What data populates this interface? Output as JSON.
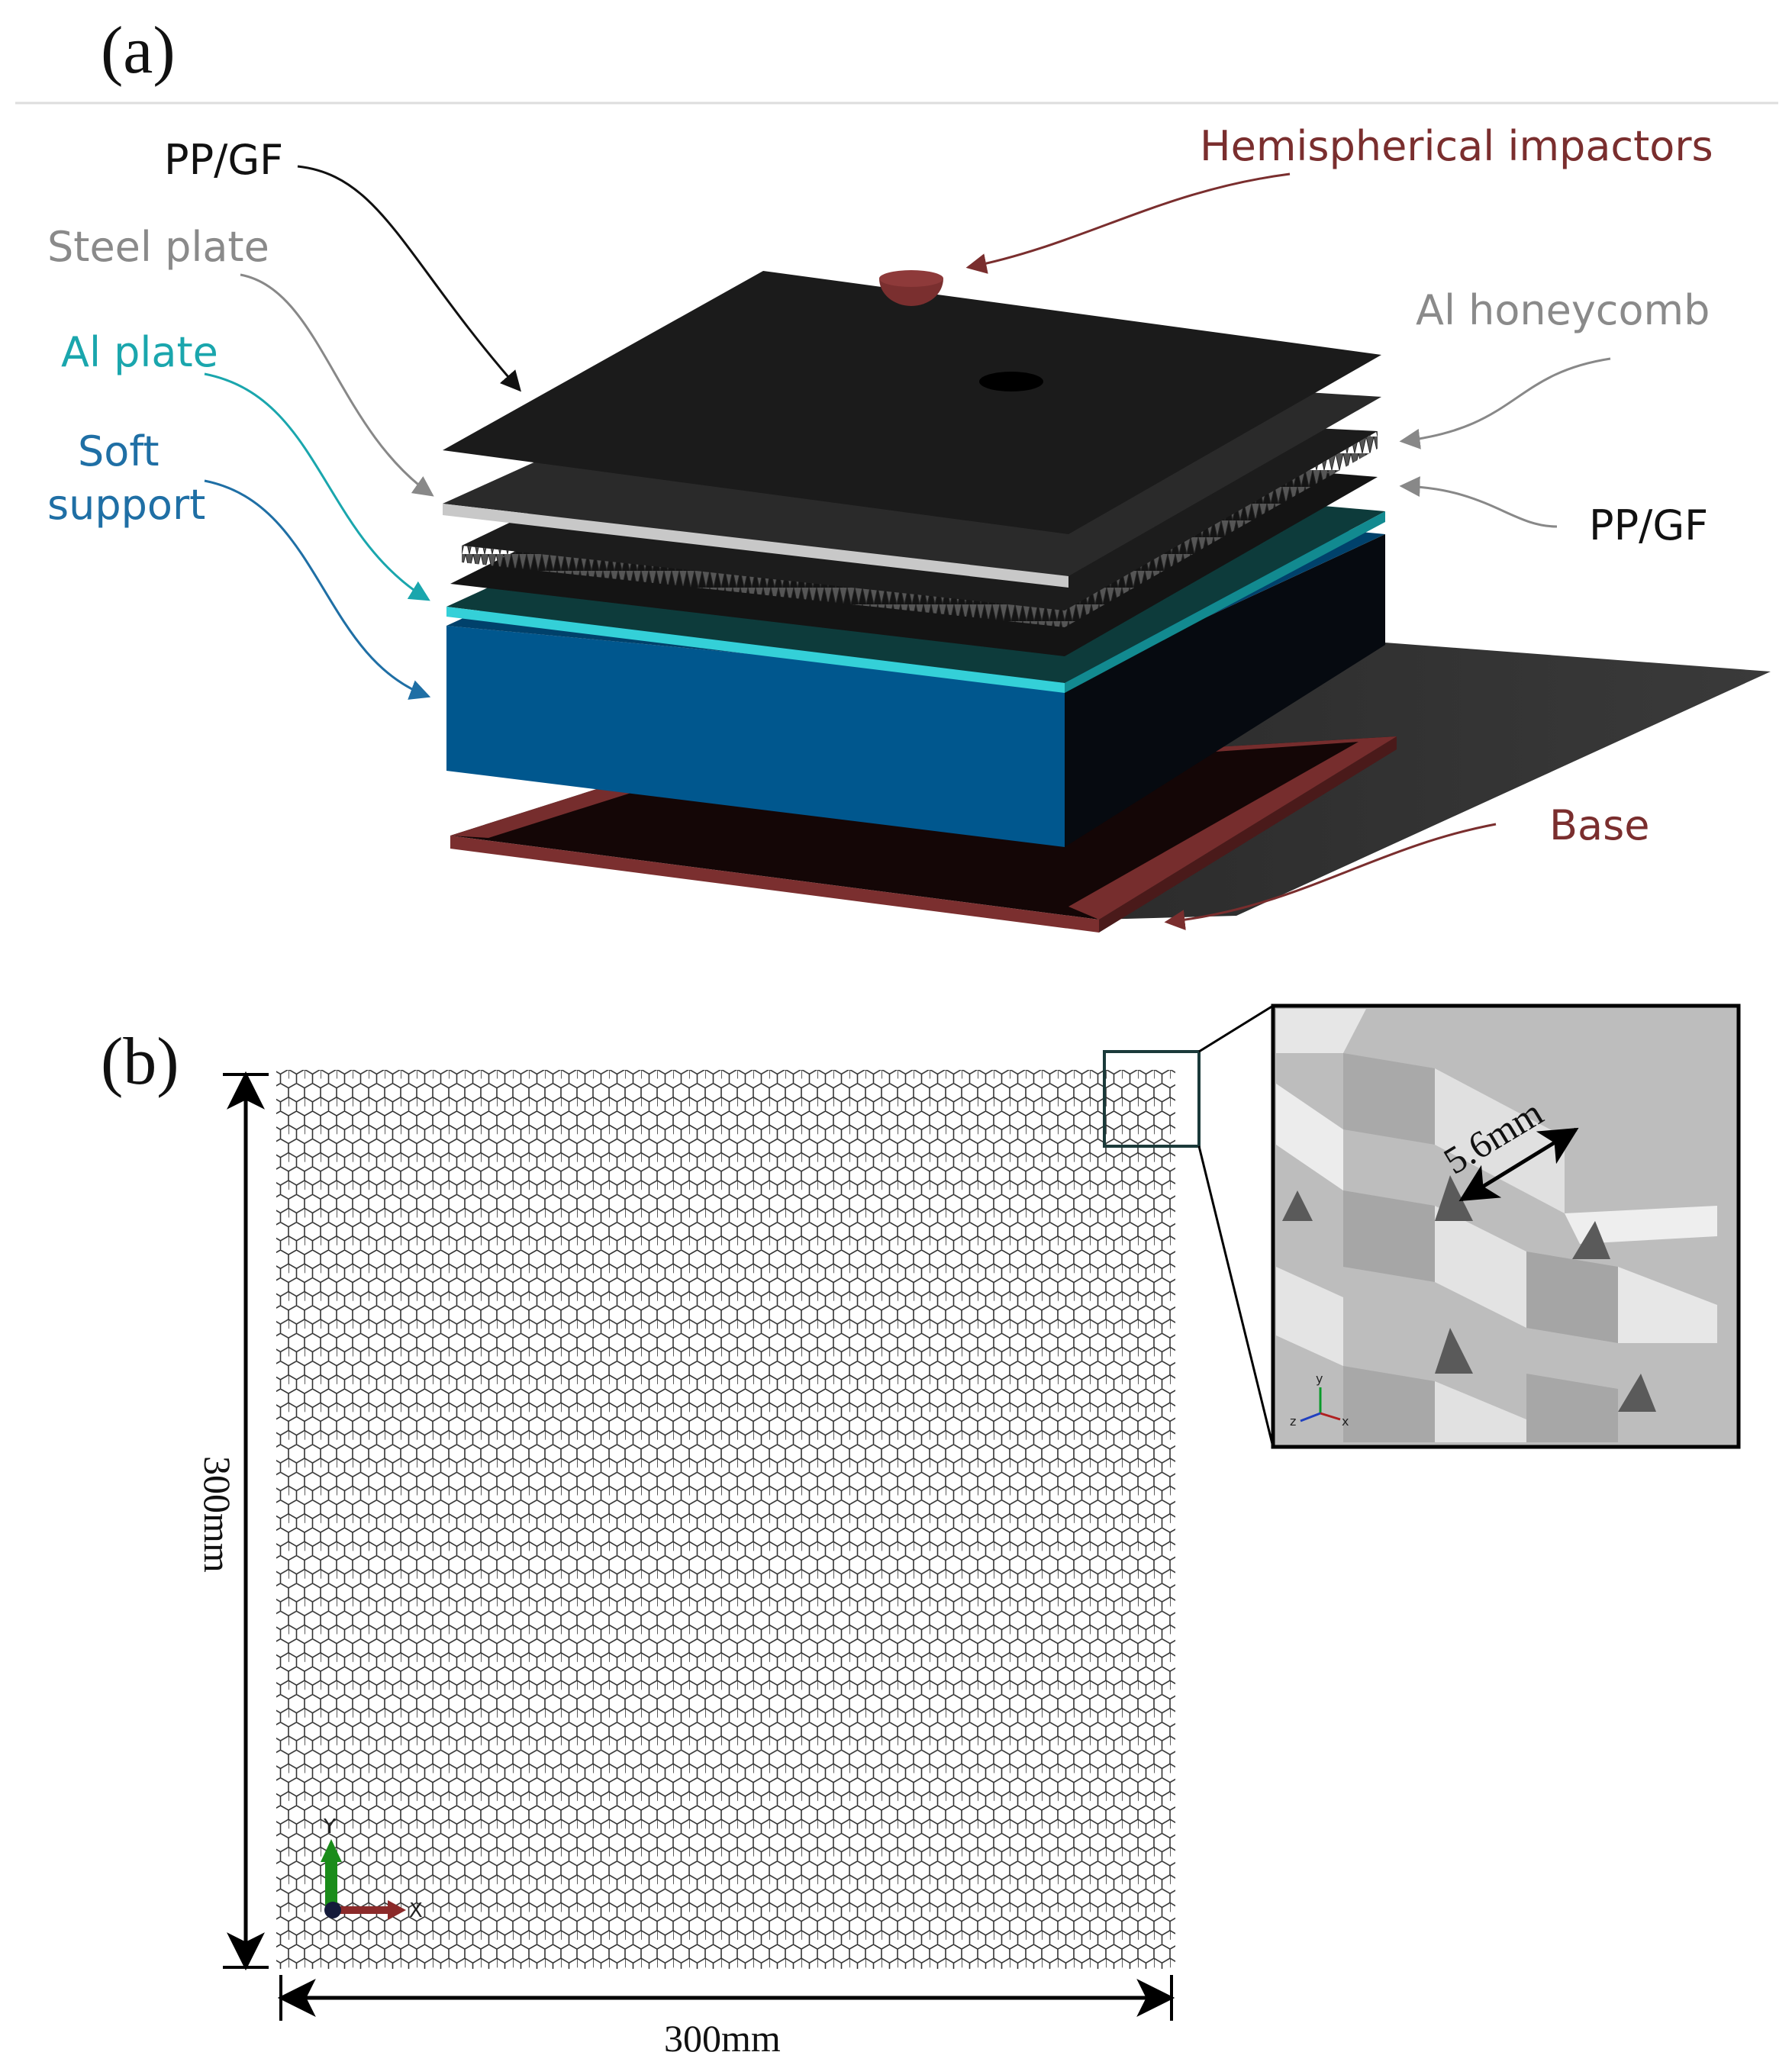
{
  "panel_a": {
    "label": "(a)",
    "callouts": {
      "pp_gf_top": "PP/GF",
      "steel_plate": "Steel plate",
      "al_plate": "Al plate",
      "soft_support": "Soft\nsupport",
      "impactors": "Hemispherical impactors",
      "al_honeycomb": "Al honeycomb",
      "pp_gf_right": "PP/GF",
      "base": "Base"
    },
    "colors": {
      "dark_label": "#111111",
      "grey_label": "#8a8a8a",
      "cyan_label": "#1aa6ad",
      "blue_label": "#1f6fa5",
      "maroon_label": "#7a2e2e",
      "plate_black": "#1b1b1b",
      "steel": "#c8c8c8",
      "al_plate": "#34d0d8",
      "soft_support": "#00578e",
      "base": "#7b2f2f",
      "impactor": "#7a2f2f"
    }
  },
  "panel_b": {
    "label": "(b)",
    "dimension_vertical": "300mm",
    "dimension_horizontal": "300mm",
    "inset_dimension": "5.6mm",
    "axes": {
      "y": "Y",
      "x": "X"
    },
    "inset_axes": {
      "y": "y",
      "z": "z",
      "x": "x"
    }
  }
}
